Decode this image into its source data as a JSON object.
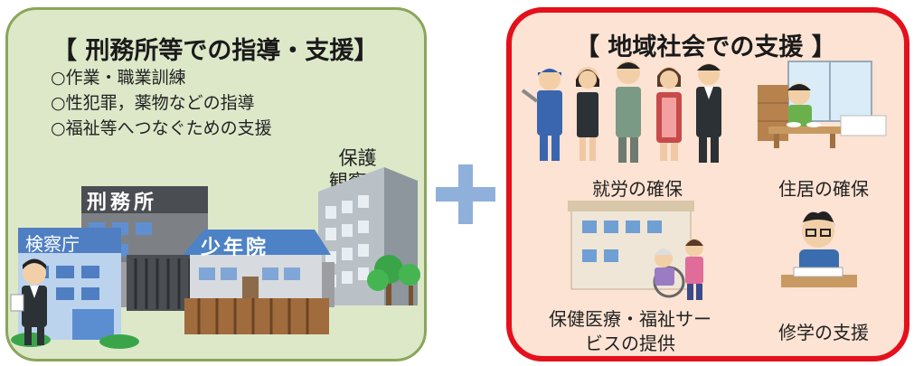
{
  "left_panel": {
    "title": "【 刑務所等での指導・支援】",
    "items": [
      "○作業・職業訓練",
      "○性犯罪，薬物などの指導",
      "○福祉等へつなぐための支援"
    ],
    "buildings": {
      "keimusho": "刑務所",
      "shonenin": "少年院",
      "kensatsucho": "検察庁",
      "hogo_kansatsusho_line1": "保護",
      "hogo_kansatsusho_line2": "観察所"
    }
  },
  "plus_symbol": "＋",
  "right_panel": {
    "title": "【 地域社会での支援 】",
    "items": {
      "employment": "就労の確保",
      "housing": "住居の確保",
      "health_welfare_line1": "保健医療・福祉サー",
      "health_welfare_line2": "ビスの提供",
      "study": "修学の支援"
    }
  },
  "colors": {
    "left_bg": "#dde8c9",
    "left_border": "#8aa65a",
    "right_bg": "#fde3d3",
    "right_border": "#e4101b",
    "plus": "#8fb0da"
  }
}
